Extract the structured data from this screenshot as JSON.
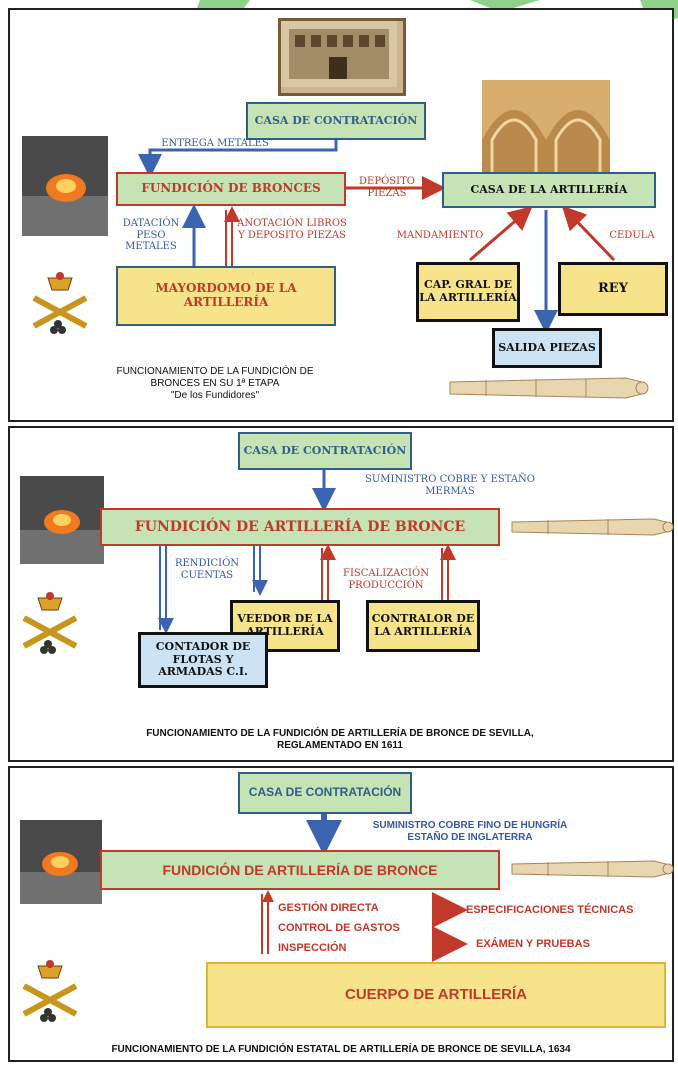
{
  "panel1": {
    "casa": "CASA DE CONTRATACIÓN",
    "fundicion": "FUNDICIÓN DE BRONCES",
    "casa_artilleria": "CASA DE LA ARTILLERÍA",
    "mayordomo": "MAYORDOMO DE LA ARTILLERÍA",
    "cap_gral": "CAP. GRAL DE LA ARTILLERÍA",
    "rey": "REY",
    "salida": "SALIDA PIEZAS",
    "entrega": "ENTREGA METALES",
    "deposito": "DEPÓSITO PIEZAS",
    "datacion": "DATACIÓN PESO METALES",
    "anotacion": "ANOTACIÓN LIBROS Y DEPOSITO PIEZAS",
    "mandamiento": "MANDAMIENTO",
    "cedula": "CEDULA",
    "caption_l1": "FUNCIONAMIENTO DE LA FUNDICIÓN DE",
    "caption_l2": "BRONCES EN SU 1ª ETAPA",
    "caption_l3": "\"De los Fundidores\""
  },
  "panel2": {
    "casa": "CASA DE CONTRATACIÓN",
    "suministro_l1": "SUMINISTRO COBRE Y ESTAÑO",
    "suministro_l2": "MERMAS",
    "fundicion": "FUNDICIÓN DE ARTILLERÍA DE BRONCE",
    "rendicion": "RENDICIÓN CUENTAS",
    "fiscalizacion": "FISCALIZACIÓN PRODUCCIÓN",
    "veedor": "VEEDOR DE LA ARTILLERÍA",
    "contralor": "CONTRALOR DE LA ARTILLERÍA",
    "contador": "CONTADOR DE FLOTAS Y ARMADAS C.I.",
    "caption_l1": "FUNCIONAMIENTO DE LA FUNDICIÓN DE ARTILLERÍA DE BRONCE DE SEVILLA,",
    "caption_l2": "REGLAMENTADO EN 1611"
  },
  "panel3": {
    "casa": "CASA DE CONTRATACIÓN",
    "suministro_l1": "SUMINISTRO COBRE FINO DE HUNGRÍA",
    "suministro_l2": "ESTAÑO DE INGLATERRA",
    "fundicion": "FUNDICIÓN DE ARTILLERÍA DE BRONCE",
    "gestion": "GESTIÓN DIRECTA",
    "control": "CONTROL DE GASTOS",
    "inspeccion": "INSPECCIÓN",
    "especificaciones": "ESPECIFICACIONES TÉCNICAS",
    "examen": "EXÁMEN Y PRUEBAS",
    "cuerpo": "CUERPO DE ARTILLERÍA",
    "caption": "FUNCIONAMIENTO DE LA FUNDICIÓN ESTATAL DE ARTILLERÍA DE BRONCE DE SEVILLA, 1634"
  },
  "colors": {
    "blue_arrow": "#3a63b0",
    "red_arrow": "#c0392b",
    "green_box": "#c6e3b5",
    "yellow_box": "#f7e48a",
    "light_blue_box": "#cde3f4"
  },
  "icons": [
    "building-photo",
    "vaulted-hall-photo",
    "foundry-photo",
    "artillery-crest-icon",
    "cannon-illustration"
  ]
}
